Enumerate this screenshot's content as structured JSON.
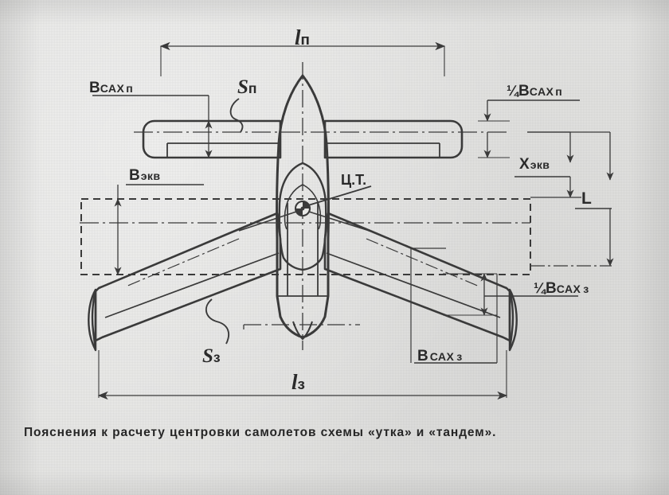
{
  "figure": {
    "title_caption": "Пояснения к расчету центровки самолетов схемы «утка» и «тандем».",
    "subject": "Aircraft canard and tandem configuration center-of-gravity calculation diagram",
    "line_color": "#3a3a3a",
    "paper_color": "#e9e9e7",
    "text_color": "#2a2a2a"
  },
  "labels": {
    "span_front": {
      "symbol": "l",
      "subscript": "п",
      "meaning": "span of front (canard) wing"
    },
    "span_rear": {
      "symbol": "l",
      "subscript": "з",
      "meaning": "span of rear wing"
    },
    "area_front": {
      "symbol": "S",
      "subscript": "п",
      "meaning": "area of front wing"
    },
    "area_rear": {
      "symbol": "S",
      "subscript": "з",
      "meaning": "area of rear wing"
    },
    "mac_front": {
      "symbol": "B",
      "sub_caps": "САХ",
      "sub_tail": "п",
      "meaning": "mean aerodynamic chord of front wing"
    },
    "mac_rear": {
      "symbol": "B",
      "sub_caps": "САХ",
      "sub_tail": "з",
      "meaning": "mean aerodynamic chord of rear wing"
    },
    "quarter_mac_front": {
      "fraction": "¼",
      "symbol": "B",
      "sub_caps": "САХ",
      "sub_tail": "п",
      "meaning": "quarter chord point of front wing"
    },
    "quarter_mac_rear": {
      "fraction": "¼",
      "symbol": "B",
      "sub_caps": "САХ",
      "sub_tail": "з",
      "meaning": "quarter chord point of rear wing"
    },
    "equivalent_chord": {
      "symbol": "B",
      "subscript": "экв",
      "meaning": "equivalent wing chord"
    },
    "equivalent_x": {
      "symbol": "X",
      "subscript": "экв",
      "meaning": "equivalent wing longitudinal position"
    },
    "distance_l": {
      "symbol": "L",
      "meaning": "distance between quarter-chord points of front and rear wings"
    },
    "center_of_gravity": {
      "symbol": "Ц.Т.",
      "meaning": "center of gravity (центр тяжести)"
    }
  }
}
